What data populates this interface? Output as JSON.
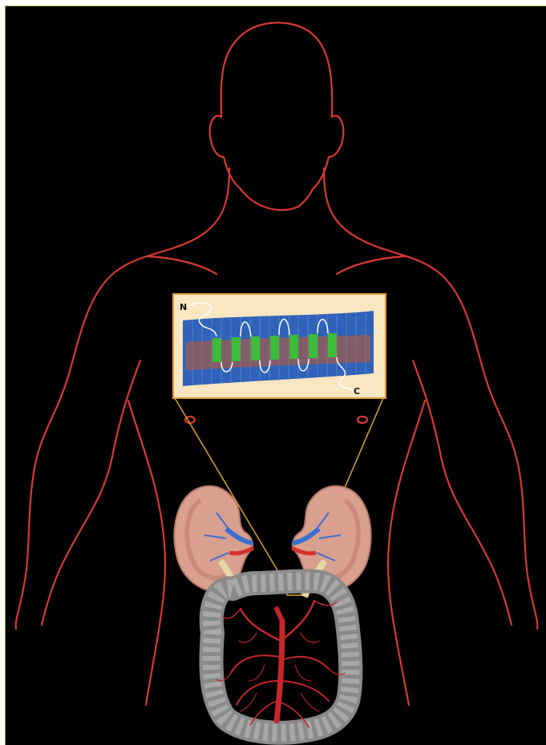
{
  "inset": {
    "terminal_n": "N",
    "terminal_c": "C",
    "helix_count": 7
  },
  "colors": {
    "background": "#000000",
    "body_outline": "#d93a32",
    "inset_background": "#fbe6c2",
    "inset_border": "#e39b3a",
    "membrane": "#2f62b8",
    "helix": "#3dbb3a",
    "zoom_lines": "#e0a030",
    "colon": "#8a8a8a",
    "vessels": "#c7262a",
    "kidney": "#d9a08f"
  }
}
